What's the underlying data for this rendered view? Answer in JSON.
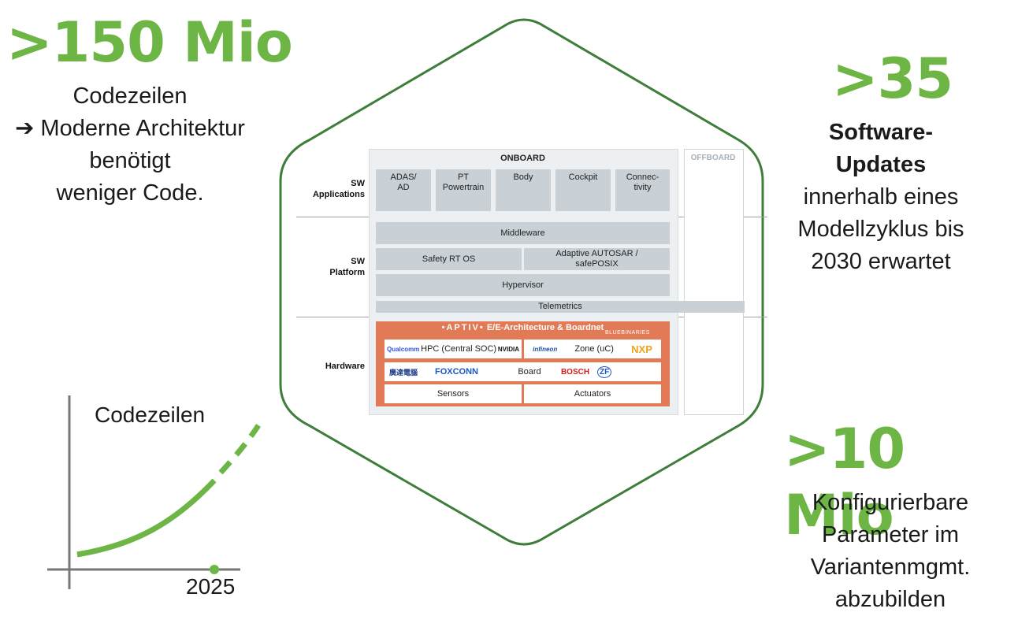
{
  "stats": {
    "top_left": {
      "value": ">150 Mio",
      "lines": [
        "Codezeilen",
        "➔ Moderne Architektur",
        "benötigt",
        "weniger Code."
      ]
    },
    "top_right": {
      "value": ">35",
      "bold_lines": [
        "Software-",
        "Updates"
      ],
      "lines": [
        "innerhalb eines",
        "Modellzyklus bis",
        "2030 erwartet"
      ]
    },
    "bottom_right": {
      "value": ">10 Mio",
      "lines": [
        "Konfigurierbare",
        "Parameter im",
        "Variantenmgmt.",
        "abzubilden"
      ]
    }
  },
  "growth_chart": {
    "label": "Codezeilen",
    "x_tick": "2025",
    "color": "#6db544"
  },
  "architecture": {
    "onboard_label": "ONBOARD",
    "offboard_label": "OFFBOARD",
    "rows": {
      "sw_applications": "SW\nApplications",
      "sw_platform": "SW\nPlatform",
      "hardware": "Hardware"
    },
    "applications": [
      "ADAS/\nAD",
      "PT\nPowertrain",
      "Body",
      "Cockpit",
      "Connec-\ntivity"
    ],
    "platform": {
      "middleware": "Middleware",
      "safety_rtos": "Safety RT OS",
      "adaptive": "Adaptive AUTOSAR /\nsafePOSIX",
      "hypervisor": "Hypervisor",
      "telemetrics": "Telemetrics"
    },
    "hardware": {
      "header_brand": "•APTIV•",
      "header_text": "E/E-Architecture & Boardnet",
      "header_partner": "BLUEBINARIES",
      "hpc": "HPC (Central SOC)",
      "zone": "Zone (uC)",
      "board": "Board",
      "sensors": "Sensors",
      "actuators": "Actuators",
      "logos": {
        "qualcomm": "Qualcomm",
        "nvidia": "NVIDIA",
        "infineon": "infineon",
        "nxp": "NXP",
        "quanta": "廣達電腦",
        "foxconn": "FOXCONN",
        "bosch": "BOSCH",
        "zf": "ZF"
      },
      "header_color": "#e17a55"
    },
    "hex_color": "#3f7d3a",
    "box_color": "#c9d1d7"
  }
}
